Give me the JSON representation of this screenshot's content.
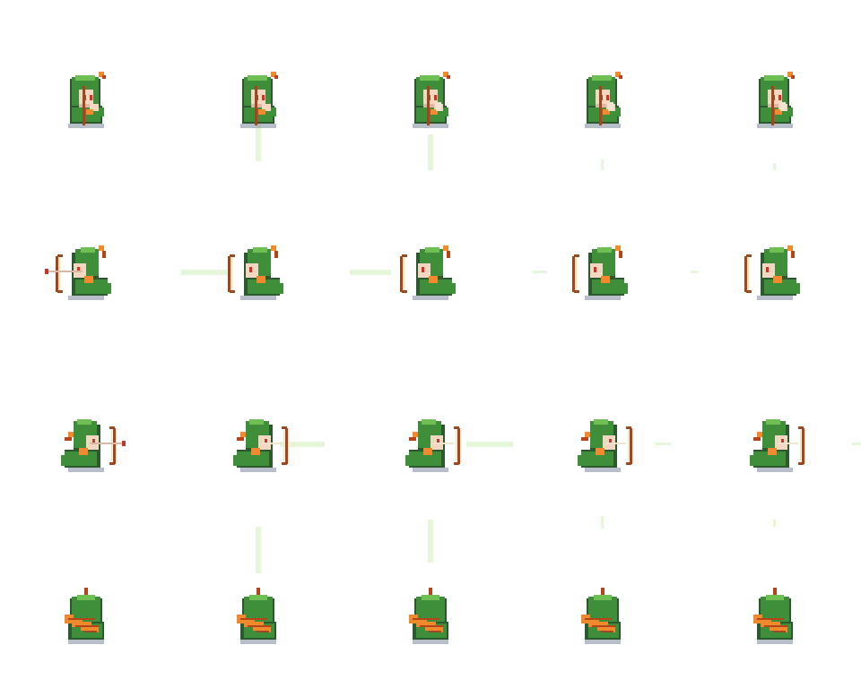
{
  "sprite_sheet": {
    "columns": 5,
    "rows": [
      {
        "direction": "down",
        "frames": 5
      },
      {
        "direction": "left",
        "frames": 5
      },
      {
        "direction": "right",
        "frames": 5
      },
      {
        "direction": "up",
        "frames": 5
      }
    ],
    "frames_per_row": 5,
    "background": "#ffffff"
  },
  "palette": {
    "hood_green": "#3f8e3a",
    "hood_dark": "#2a5a2e",
    "hood_light": "#6fbf52",
    "skin": "#f2d8c0",
    "face_shadow": "#d9b9a6",
    "eye_red": "#c0392b",
    "cape_orange": "#f08a2c",
    "cape_dark": "#b8431b",
    "bow_brown": "#9a4a20",
    "string_light": "#f0e4d0",
    "shadow": "#7a88a0",
    "arrow_trail": "#e6f6da"
  }
}
